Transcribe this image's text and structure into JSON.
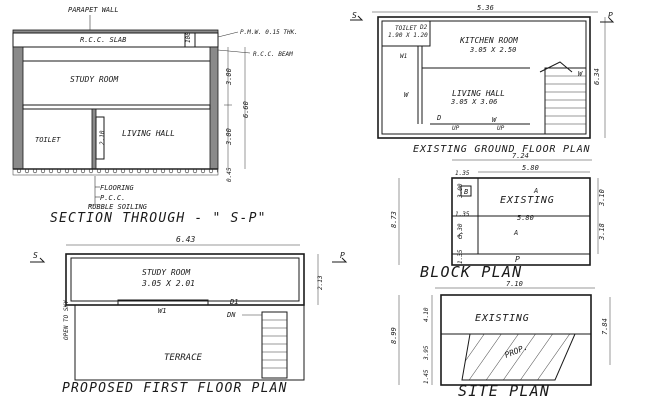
{
  "section": {
    "parapet_wall": "PARAPET WALL",
    "rcc_slab": "R.C.C. SLAB",
    "slab_dim": "100",
    "pmw": "P.M.W. 0.15 THK.",
    "rcc_beam": "R.C.C. BEAM",
    "study_room": "STUDY ROOM",
    "toilet": "TOILET",
    "living_hall": "LIVING HALL",
    "door_dim": "2.10",
    "flooring": "FLOORING",
    "pcc": "P.C.C.",
    "rubble_soiling": "RUBBLE SOILING",
    "dim_300_top": "3.00",
    "dim_300_bot": "3.00",
    "dim_660": "6.60",
    "dim_045": "0.45",
    "title": "SECTION THROUGH - \" S-P\""
  },
  "ground_floor": {
    "width": "5.36",
    "height": "6.34",
    "toilet": "TOILET",
    "toilet_size": "1.90 X 1.20",
    "d2": "D2",
    "kitchen": "KITCHEN ROOM",
    "kitchen_size": "3.05 X 2.50",
    "w1": "W1",
    "w": "W",
    "w_right": "W",
    "living": "LIVING HALL",
    "living_size": "3.05 X 3.06",
    "d": "D",
    "up": "UP",
    "w_bottom": "W",
    "up2": "UP",
    "marker_s": "S",
    "marker_p": "P",
    "title": "EXISTING GROUND FLOOR PLAN"
  },
  "first_floor": {
    "width": "6.43",
    "height": "2.13",
    "study": "STUDY ROOM",
    "study_size": "3.05 X 2.01",
    "d1": "D1",
    "w1": "W1",
    "dn": "DN",
    "open": "OPEN TO SKY",
    "terrace": "TERRACE",
    "marker_s": "S",
    "marker_p": "P",
    "title": "PROPOSED FIRST FLOOR PLAN"
  },
  "block_plan": {
    "width_top": "7.24",
    "inner_top": "5.80",
    "left_135a": "1.35",
    "left_135b": "1.35",
    "left_300": "3.00",
    "left_330": "3.30",
    "left_135c": "1.35",
    "inner_mid": "5.80",
    "right_310": "3.10",
    "right_318": "3.18",
    "height": "8.73",
    "small_b": "B",
    "existing": "EXISTING",
    "a1": "A",
    "a2": "A",
    "c": "C",
    "p": "P",
    "title": "BLOCK PLAN"
  },
  "site_plan": {
    "width": "7.10",
    "existing": "EXISTING",
    "prop": "PROP.",
    "left_410": "4.10",
    "left_395": "3.95",
    "left_145": "1.45",
    "height": "8.99",
    "right_784": "7.84",
    "title": "SITE PLAN"
  }
}
